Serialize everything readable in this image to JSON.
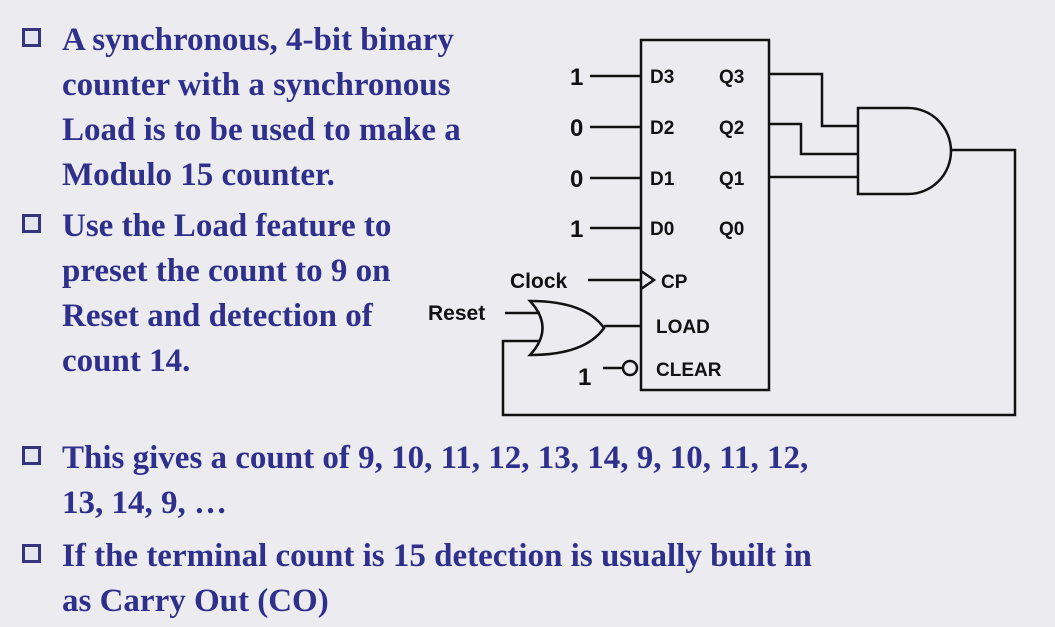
{
  "bullets": [
    {
      "lines": [
        "A synchronous, 4-bit binary",
        "counter with a synchronous",
        "Load is to be used to make a",
        "Modulo 15 counter."
      ]
    },
    {
      "lines": [
        "Use the Load feature to",
        "preset the count to 9 on",
        "Reset and detection of",
        "count 14."
      ]
    },
    {
      "lines": [
        "This gives a count of 9, 10, 11, 12, 13, 14, 9, 10, 11, 12,",
        "13, 14, 9, …"
      ]
    },
    {
      "lines": [
        "If the terminal count is 15 detection is usually built in",
        "as Carry Out (CO)"
      ]
    }
  ],
  "diagram": {
    "inputs": [
      {
        "value": "1",
        "pin": "D3"
      },
      {
        "value": "0",
        "pin": "D2"
      },
      {
        "value": "0",
        "pin": "D1"
      },
      {
        "value": "1",
        "pin": "D0"
      }
    ],
    "outputs": [
      "Q3",
      "Q2",
      "Q1",
      "Q0"
    ],
    "clock_label": "Clock",
    "cp_pin": "CP",
    "reset_label": "Reset",
    "load_pin": "LOAD",
    "clear_pin": "CLEAR",
    "clear_value": "1"
  },
  "colors": {
    "text": "#2f2f8c",
    "bullet": "#35357f",
    "background": "#ececf0",
    "wire": "#111111"
  }
}
